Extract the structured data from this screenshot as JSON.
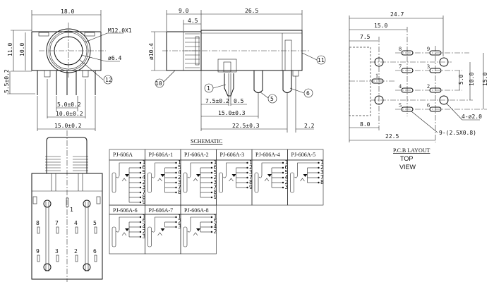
{
  "front_view": {
    "width": "18.0",
    "height_outer": "11.0",
    "height_inner": "10.0",
    "thread": "M12.0X1",
    "bore": "ø6.4",
    "callout": "12",
    "pin_length": "5.5±0.2",
    "pitch_5": "5.0±0.2",
    "pitch_10": "10.0±0.2",
    "pitch_15": "15.0±0.2"
  },
  "side_view": {
    "nose_length": "9.0",
    "body_length": "26.5",
    "thread_length": "4.5",
    "diameter": "ø10.4",
    "callouts": [
      "10",
      "11",
      "1",
      "5",
      "6"
    ],
    "dim_7_5": "7.5±0.2",
    "dim_0_5": "0.5",
    "dim_15": "15.0±0.3",
    "dim_22_5": "22.5±0.3",
    "dim_2_2": "2.2"
  },
  "pcb_layout": {
    "dim_24_7": "24.7",
    "dim_15": "15.0",
    "dim_7_5": "7.5",
    "dim_8": "8.0",
    "dim_22_5": "22.5",
    "dim_v5": "5.0",
    "dim_v10": "10.0",
    "dim_v15": "15.0",
    "pad_labels": [
      "8",
      "9",
      "7",
      "3",
      "1",
      "4",
      "2",
      "5",
      "6"
    ],
    "holes_note": "4-ø2.0",
    "slots_note": "9-(2.5X0.8)",
    "title": "P.C.B LAYOUT",
    "subtitle_1": "TOP",
    "subtitle_2": "VIEW"
  },
  "bottom_view": {
    "pin_labels": [
      "1",
      "8",
      "7",
      "4",
      "5",
      "9",
      "3",
      "2",
      "6"
    ]
  },
  "schematic": {
    "title": "SCHEMATIC",
    "cells": [
      {
        "name": "PJ-606A",
        "pins": [
          "1",
          "6",
          "5",
          "4",
          "2",
          "3",
          "7",
          "8",
          "9"
        ]
      },
      {
        "name": "PJ-606A-1",
        "pins": [
          "1",
          "5",
          "4",
          "2",
          "3",
          "7",
          "8"
        ]
      },
      {
        "name": "PJ-606A-2",
        "pins": [
          "1",
          "6",
          "5",
          "2",
          "3",
          "7",
          "8",
          "9"
        ]
      },
      {
        "name": "PJ-606A-3",
        "pins": [
          "1",
          "2",
          "3",
          "7",
          "8",
          "9"
        ]
      },
      {
        "name": "PJ-606A-4",
        "pins": [
          "1",
          "6",
          "5",
          "4",
          "2",
          "3"
        ]
      },
      {
        "name": "PJ-606A-5",
        "pins": [
          "1",
          "2",
          "3",
          "7",
          "8"
        ]
      },
      {
        "name": "PJ-606A-6",
        "pins": [
          "1",
          "5",
          "4",
          "2",
          "3"
        ]
      },
      {
        "name": "PJ-606A-7",
        "pins": [
          "1",
          "2",
          "3"
        ]
      },
      {
        "name": "PJ-606A-8",
        "pins": [
          "1",
          "5",
          "4",
          "2"
        ]
      }
    ]
  }
}
